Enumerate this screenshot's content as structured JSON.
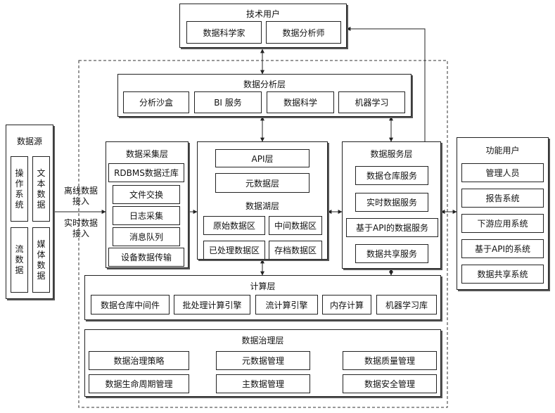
{
  "tech_users": {
    "title": "技术用户",
    "items": [
      "数据科学家",
      "数据分析师"
    ]
  },
  "analysis_layer": {
    "title": "数据分析层",
    "items": [
      "分析沙盒",
      "BI 服务",
      "数据科学",
      "机器学习"
    ]
  },
  "data_sources": {
    "title": "数据源",
    "items": [
      [
        "操",
        "作",
        "系",
        "统"
      ],
      [
        "文",
        "本",
        "数",
        "据"
      ],
      [
        "流",
        "数",
        "据"
      ],
      [
        "媒",
        "体",
        "数",
        "据"
      ]
    ]
  },
  "ingest_labels": {
    "offline": [
      "离线数据",
      "接入"
    ],
    "realtime": [
      "实时数据",
      "接入"
    ]
  },
  "collection_layer": {
    "title": "数据采集层",
    "items": [
      "RDBMS数据迁库",
      "文件交换",
      "日志采集",
      "消息队列",
      "设备数据传输"
    ]
  },
  "lake": {
    "api": "API层",
    "meta": "元数据层",
    "title": "数据湖层",
    "zones": [
      "原始数据区",
      "中间数据区",
      "已处理数据区",
      "存档数据区"
    ]
  },
  "service_layer": {
    "title": "数据服务层",
    "items": [
      "数据仓库服务",
      "实时数据服务",
      "基于API的数据服务",
      "数据共享服务"
    ]
  },
  "func_users": {
    "title": "功能用户",
    "items": [
      "管理人员",
      "报告系统",
      "下游应用系统",
      "基于API的系统",
      "数据共享系统"
    ]
  },
  "compute_layer": {
    "title": "计算层",
    "items": [
      "数据仓库中间件",
      "批处理计算引擎",
      "流计算引擎",
      "内存计算",
      "机器学习库"
    ]
  },
  "governance_layer": {
    "title": "数据治理层",
    "items": [
      "数据治理策略",
      "元数据管理",
      "数据质量管理",
      "数据生命周期管理",
      "主数据管理",
      "数据安全管理"
    ]
  }
}
